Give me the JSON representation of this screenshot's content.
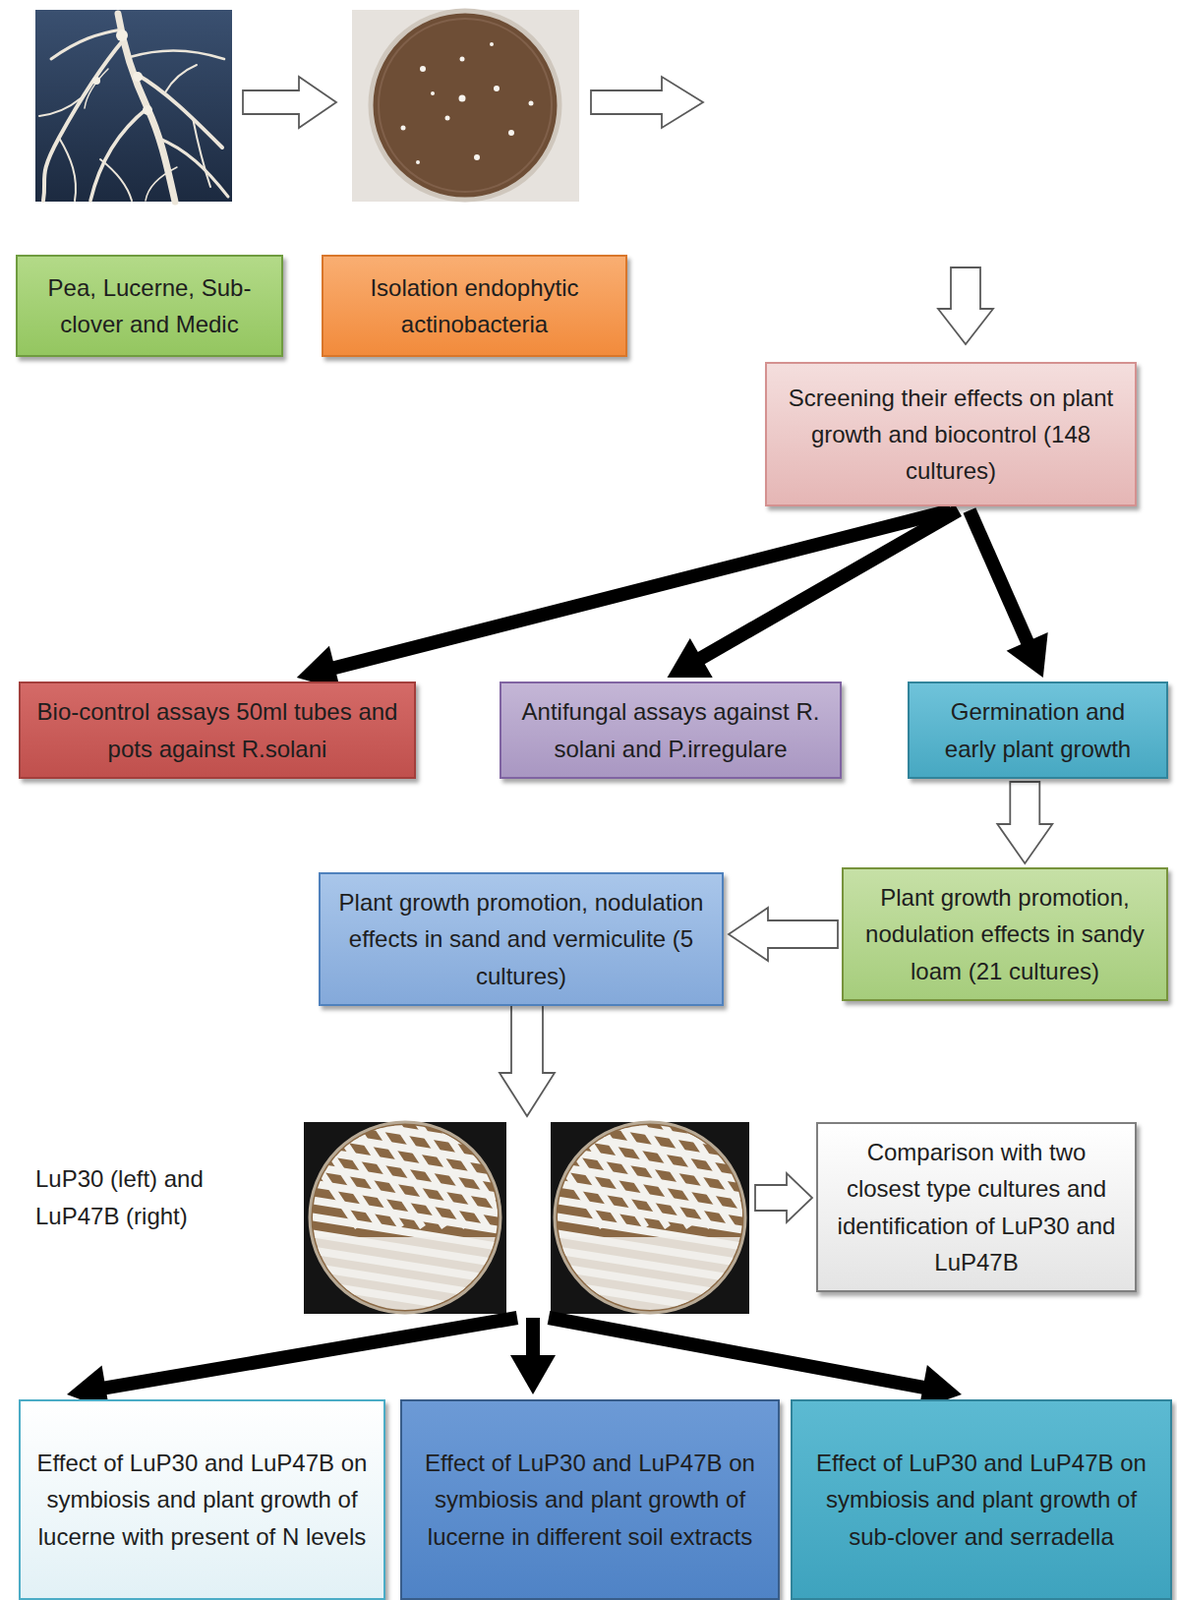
{
  "diagram": {
    "nodes": [
      {
        "text": [
          "Pea, Lucerne, Sub-clover and Medic"
        ]
      },
      {
        "text": [
          "Isolation endophytic actinobacteria"
        ]
      },
      {
        "text": [
          "Screening their effects on plant growth and biocontrol (148 cultures)"
        ]
      },
      {
        "text": [
          "Bio-control assays 50ml tubes and pots against R.solani"
        ]
      },
      {
        "text": [
          "Antifungal assays against R. solani and P.irregulare"
        ]
      },
      {
        "text": [
          "Germination and early plant growth"
        ]
      },
      {
        "text": [
          "Plant growth promotion, nodulation effects in sandy loam (21 cultures)"
        ]
      },
      {
        "text": [
          "Plant growth promotion, nodulation effects in sand and vermiculite (5 cultures)"
        ]
      },
      {
        "text": [
          "Comparison with two closest type cultures and identification of LuP30 and LuP47B"
        ]
      },
      {
        "text": [
          "Effect of LuP30 and LuP47B on symbiosis and plant growth of lucerne with present of N levels"
        ]
      },
      {
        "text": [
          "Effect of LuP30 and LuP47B on symbiosis and plant growth of lucerne in different soil extracts"
        ]
      },
      {
        "text": [
          "Effect of LuP30 and LuP47B on symbiosis and plant growth of sub-clover and serradella"
        ]
      }
    ],
    "edges": [
      {
        "from": 2,
        "to": 3,
        "arrow": "to"
      },
      {
        "from": 2,
        "to": 4,
        "arrow": "to"
      },
      {
        "from": 2,
        "to": 5,
        "arrow": "to"
      },
      {
        "from": 5,
        "to": 6,
        "arrow": "to"
      },
      {
        "from": 6,
        "to": 7,
        "arrow": "to"
      }
    ],
    "labels": [
      "LuP30 (left) and LuP47B (right)"
    ]
  }
}
